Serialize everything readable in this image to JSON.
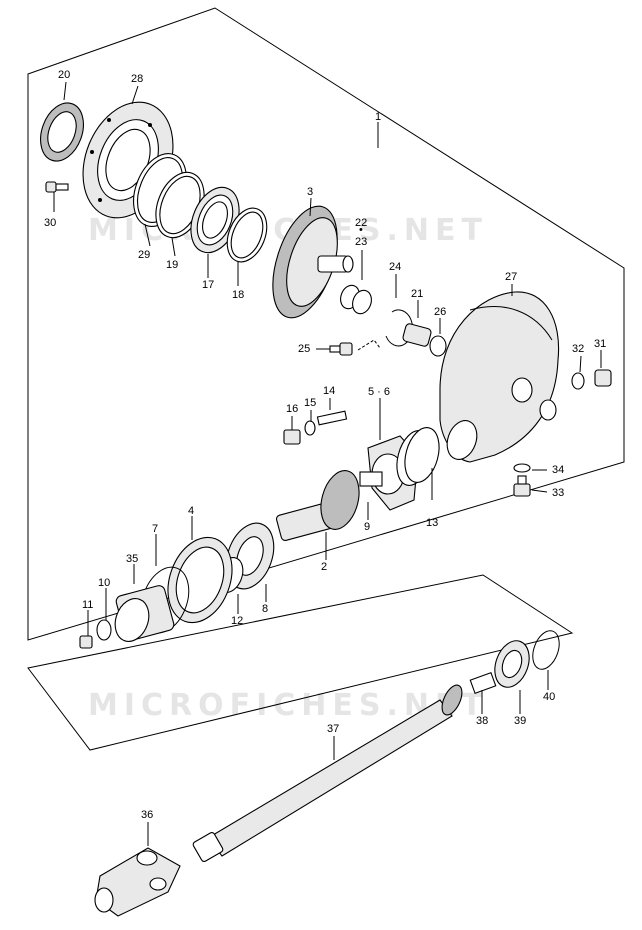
{
  "watermark": {
    "text": "MICROFICHES.NET"
  },
  "callouts": {
    "p1": "1",
    "p2": "2",
    "p3": "3",
    "p4": "4",
    "p5_6": "5 · 6",
    "p7": "7",
    "p8": "8",
    "p9": "9",
    "p10": "10",
    "p11": "11",
    "p12": "12",
    "p13": "13",
    "p14": "14",
    "p15": "15",
    "p16": "16",
    "p17": "17",
    "p18": "18",
    "p19": "19",
    "p20": "20",
    "p21": "21",
    "p22": "22",
    "p22_dot": "•",
    "p23": "23",
    "p24": "24",
    "p25": "25",
    "p26": "26",
    "p27": "27",
    "p28": "28",
    "p29": "29",
    "p30": "30",
    "p31": "31",
    "p32": "32",
    "p33": "33",
    "p34": "34",
    "p35": "35",
    "p36": "36",
    "p37": "37",
    "p38": "38",
    "p39": "39",
    "p40": "40"
  }
}
